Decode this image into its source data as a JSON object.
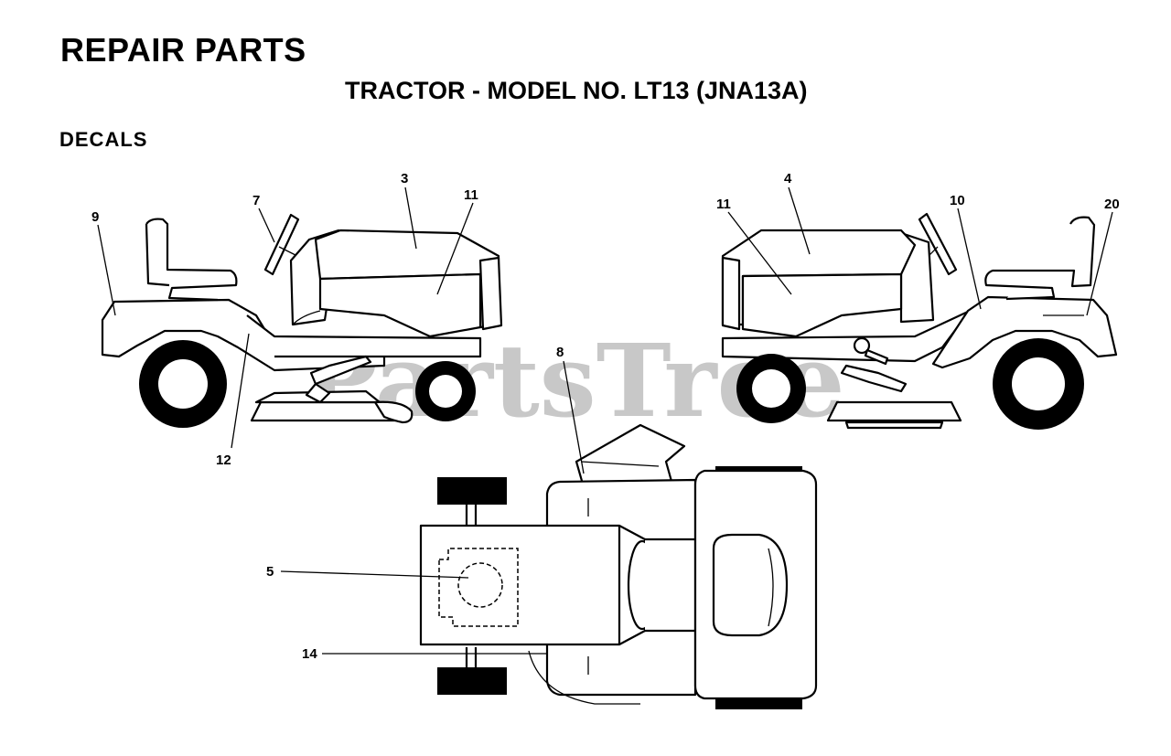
{
  "header": {
    "title": "REPAIR PARTS",
    "subtitle": "TRACTOR - MODEL NO. LT13 (JNA13A)",
    "section": "DECALS"
  },
  "watermark": {
    "text": "PartsTree",
    "color": "#c8c8c8"
  },
  "callouts": {
    "c3": "3",
    "c4": "4",
    "c5": "5",
    "c7": "7",
    "c8": "8",
    "c9": "9",
    "c10": "10",
    "c11_left": "11",
    "c11_right": "11",
    "c12": "12",
    "c14": "14",
    "c20": "20"
  }
}
